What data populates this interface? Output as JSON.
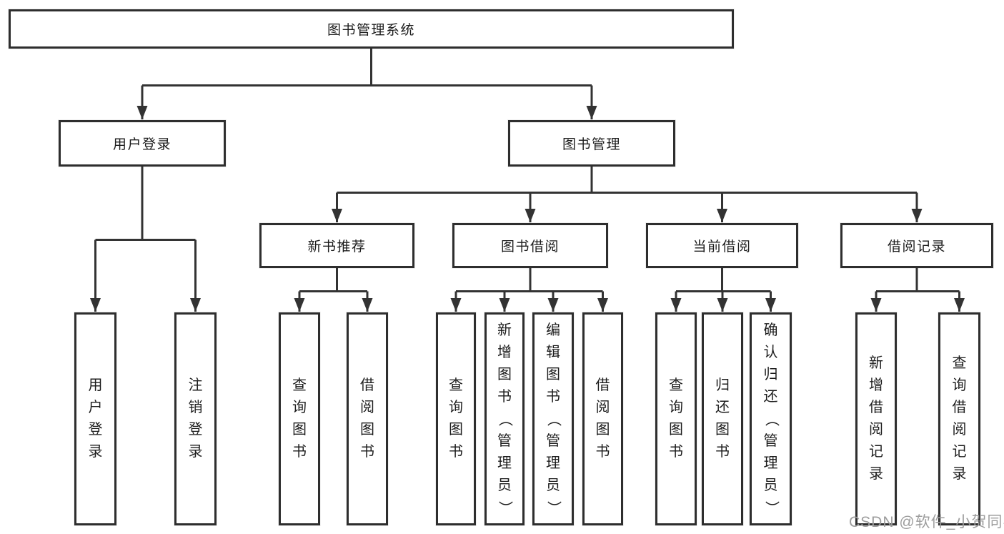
{
  "watermark": "CSDN @软件_小贺同学",
  "colors": {
    "line": "#333333",
    "box_border": "#2e2e2e",
    "text": "#1c1c1c",
    "watermark": "#9d9d9d",
    "background": "#ffffff"
  },
  "tree": {
    "root": {
      "label": "图书管理系统"
    },
    "user_login": {
      "label": "用户登录",
      "children": {
        "login": {
          "label": "用户登录"
        },
        "logout": {
          "label": "注销登录"
        }
      }
    },
    "book_management": {
      "label": "图书管理",
      "children": {
        "new_book_recommend": {
          "label": "新书推荐",
          "children": {
            "query_books": {
              "label": "查询图书"
            },
            "borrow_books": {
              "label": "借阅图书"
            }
          }
        },
        "book_borrow": {
          "label": "图书借阅",
          "children": {
            "query_books": {
              "label": "查询图书"
            },
            "add_books": {
              "label": "新增图书（管理员）"
            },
            "edit_books": {
              "label": "编辑图书（管理员）"
            },
            "borrow_books": {
              "label": "借阅图书"
            }
          }
        },
        "current_borrow": {
          "label": "当前借阅",
          "children": {
            "query_books": {
              "label": "查询图书"
            },
            "return_books": {
              "label": "归还图书"
            },
            "confirm_return": {
              "label": "确认归还（管理员）"
            }
          }
        },
        "borrow_records": {
          "label": "借阅记录",
          "children": {
            "add_record": {
              "label": "新增借阅记录"
            },
            "query_record": {
              "label": "查询借阅记录"
            }
          }
        }
      }
    }
  }
}
